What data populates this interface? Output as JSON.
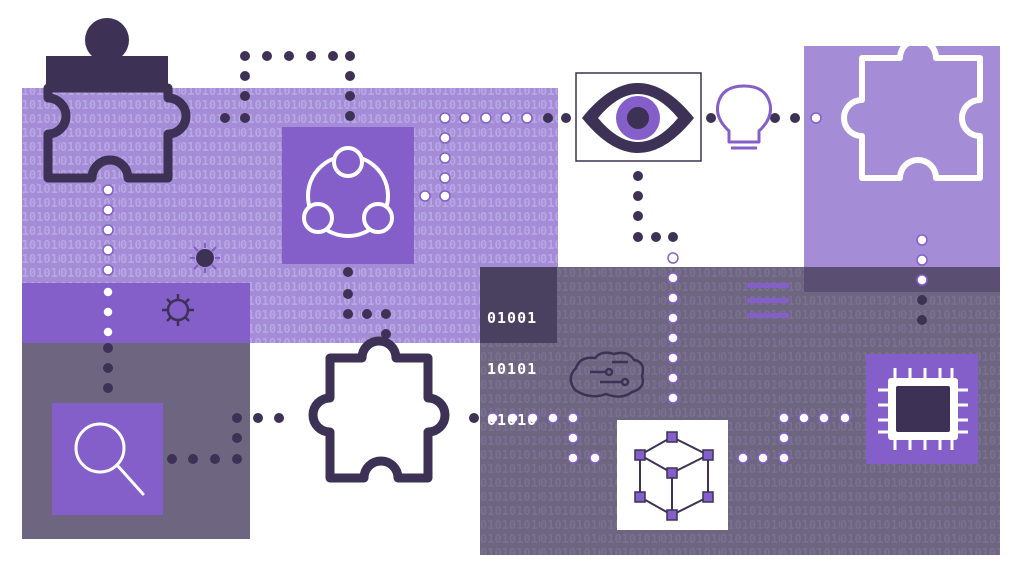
{
  "binary_block": [
    "01001",
    "10101",
    "01010",
    "010101"
  ],
  "icons": [
    "puzzle-piece-icon",
    "share-icon",
    "eye-icon",
    "lightbulb-icon",
    "puzzle-outline-icon",
    "bug-icon",
    "search-icon",
    "menu-icon",
    "brain-circuit-icon",
    "cube-network-icon",
    "microchip-icon"
  ],
  "colors": {
    "light_purple": "#a48dd6",
    "mid_purple": "#845fc9",
    "dark_purple": "#3d3155",
    "slate": "#6e6580",
    "white": "#ffffff"
  }
}
